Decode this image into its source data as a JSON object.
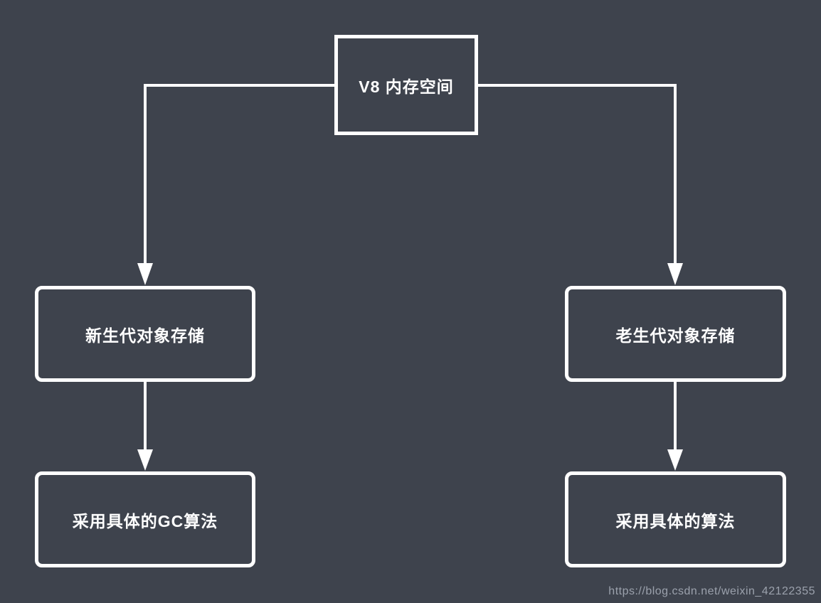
{
  "diagram": {
    "nodes": [
      {
        "id": "root",
        "label": "V8 内存空间",
        "shape": "rectangle"
      },
      {
        "id": "new-generation-storage",
        "label": "新生代对象存储",
        "shape": "rounded"
      },
      {
        "id": "old-generation-storage",
        "label": "老生代对象存储",
        "shape": "rounded"
      },
      {
        "id": "new-generation-algorithm",
        "label": "采用具体的GC算法",
        "shape": "rounded"
      },
      {
        "id": "old-generation-algorithm",
        "label": "采用具体的算法",
        "shape": "rounded"
      }
    ],
    "edges": [
      {
        "from": "root",
        "to": "new-generation-storage"
      },
      {
        "from": "root",
        "to": "old-generation-storage"
      },
      {
        "from": "new-generation-storage",
        "to": "new-generation-algorithm"
      },
      {
        "from": "old-generation-storage",
        "to": "old-generation-algorithm"
      }
    ]
  },
  "watermark": {
    "text": "https://blog.csdn.net/weixin_42122355"
  },
  "colors": {
    "background": "#3e434d",
    "node_border": "#ffffff",
    "node_text": "#ffffff",
    "connector": "#ffffff",
    "watermark_text": "#9ba1ac"
  }
}
